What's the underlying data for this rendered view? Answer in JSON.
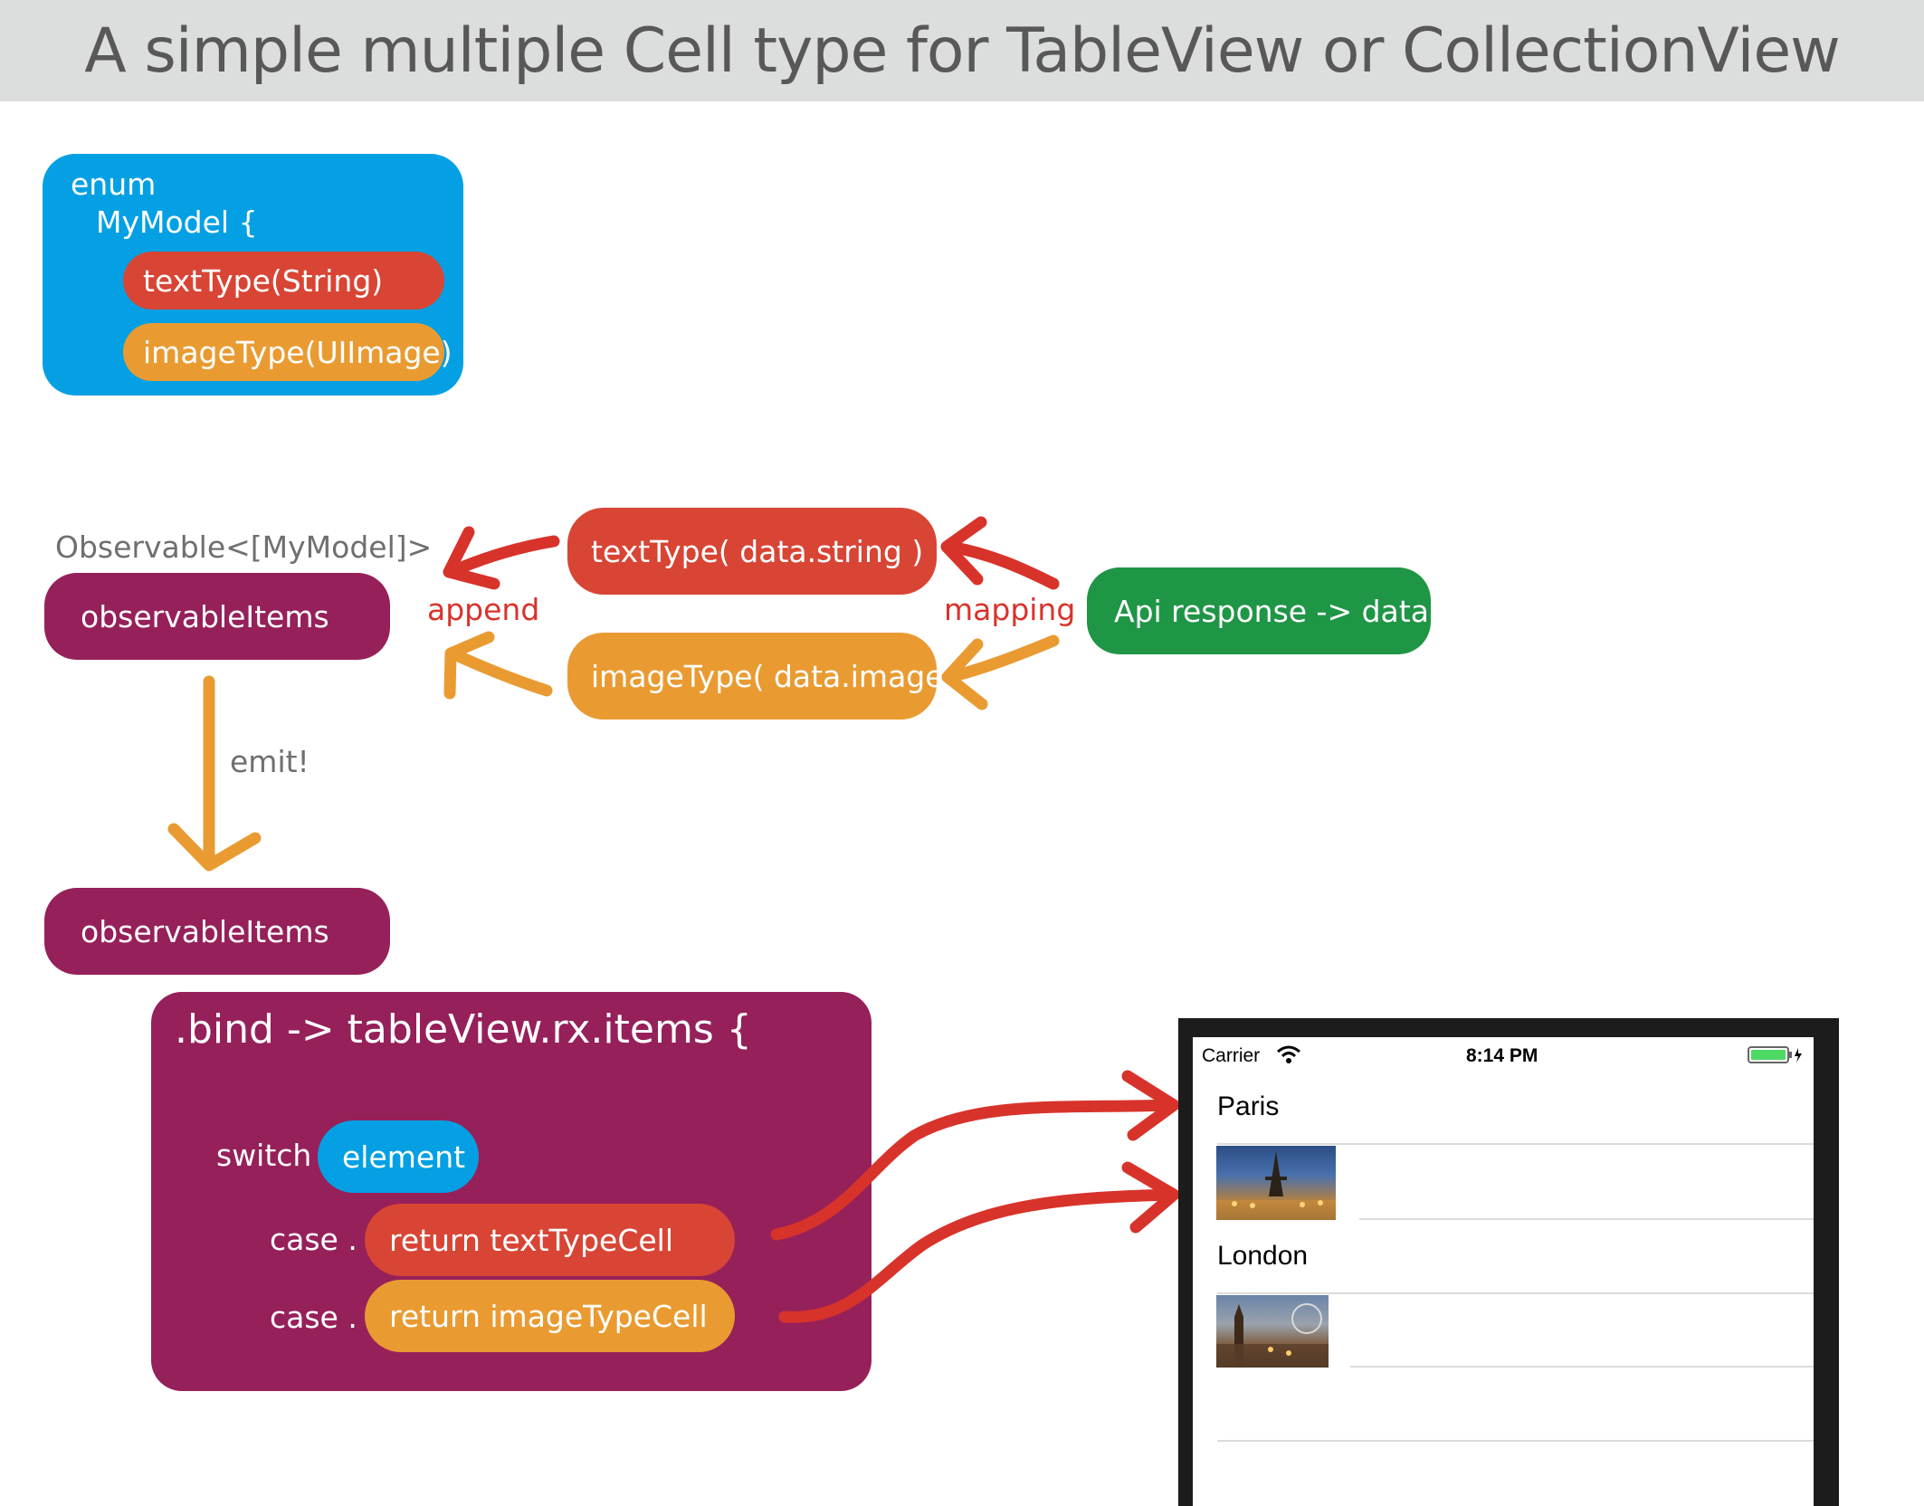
{
  "title": "A simple multiple Cell type for TableView or CollectionView",
  "enum_box": {
    "keyword": "enum",
    "name": "MyModel {",
    "cases": [
      "textType(String)",
      "imageType(UIImage)"
    ]
  },
  "observable": {
    "type_label": "Observable<[MyModel]>",
    "items_label": "observableItems",
    "append_label": "append",
    "mapping_label": "mapping",
    "text_case": "textType( data.string )",
    "image_case": "imageType( data.image)",
    "api_label": "Api response -> data",
    "emit_label": "emit!"
  },
  "bind_box": {
    "items_label": "observableItems",
    "bind_line": ".bind ->  tableView.rx.items {",
    "switch_label": "switch",
    "element_label": "element",
    "case_label": "case .",
    "text_cell": "return textTypeCell",
    "image_cell": "return imageTypeCell"
  },
  "phone": {
    "carrier": "Carrier",
    "time": "8:14 PM",
    "rows": [
      {
        "type": "text",
        "label": "Paris"
      },
      {
        "type": "image",
        "icon": "eiffel-tower-photo"
      },
      {
        "type": "text",
        "label": "London"
      },
      {
        "type": "image",
        "icon": "london-big-ben-photo"
      }
    ]
  },
  "colors": {
    "header_bg": "#dcdddd",
    "enum_blue": "#04a0e3",
    "text_red": "#d84535",
    "image_orange": "#e99b32",
    "observable_purple": "#96205a",
    "api_green": "#1f9546",
    "arrow_red": "#d8332b"
  }
}
